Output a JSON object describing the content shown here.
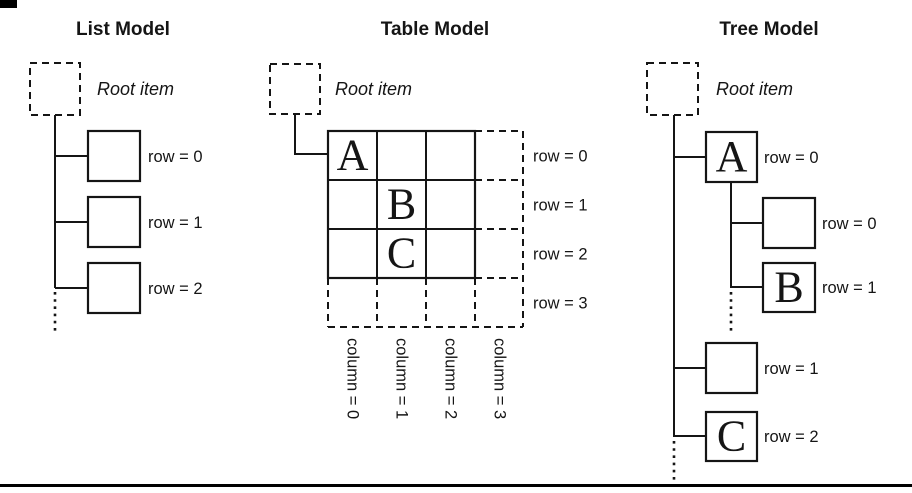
{
  "ink_color": "#151515",
  "background_color": "#ffffff",
  "list": {
    "title": "List Model",
    "root_label": "Root item",
    "row_labels": [
      "row = 0",
      "row = 1",
      "row = 2"
    ]
  },
  "table": {
    "title": "Table Model",
    "root_label": "Root item",
    "cell_letters": {
      "a": "A",
      "b": "B",
      "c": "C"
    },
    "row_labels": [
      "row = 0",
      "row = 1",
      "row = 2",
      "row = 3"
    ],
    "column_labels": [
      "column = 0",
      "column = 1",
      "column = 2",
      "column = 3"
    ]
  },
  "tree": {
    "title": "Tree Model",
    "root_label": "Root item",
    "nodes": {
      "a": {
        "letter": "A",
        "label": "row = 0"
      },
      "a_child0": {
        "letter": "",
        "label": "row = 0"
      },
      "a_child1": {
        "letter": "B",
        "label": "row = 1"
      },
      "sibling1": {
        "letter": "",
        "label": "row = 1"
      },
      "c": {
        "letter": "C",
        "label": "row = 2"
      }
    }
  }
}
